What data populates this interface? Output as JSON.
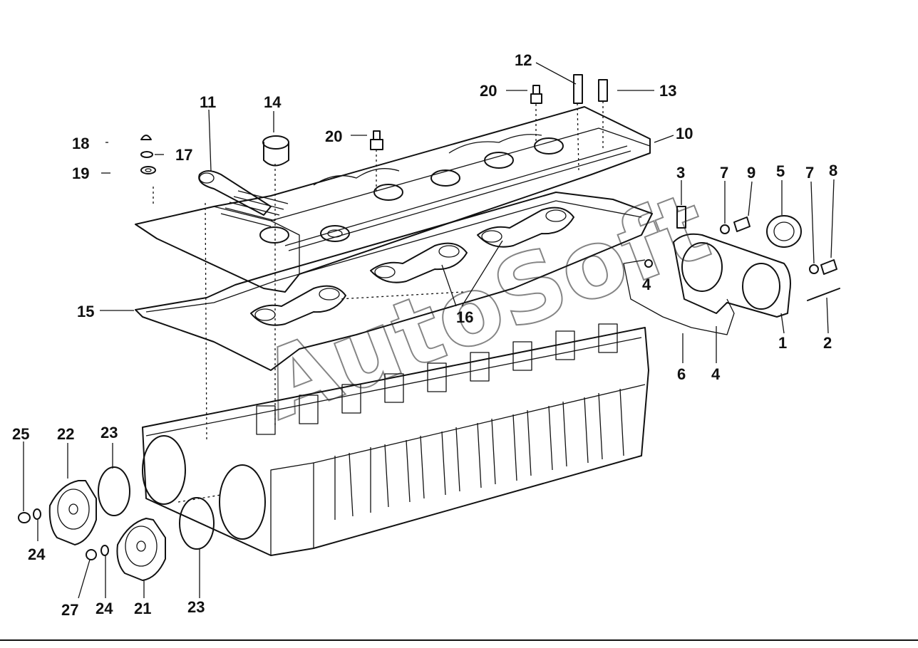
{
  "watermark": "AutoSoft",
  "callouts": [
    {
      "id": "c12",
      "text": "12"
    },
    {
      "id": "c20a",
      "text": "20"
    },
    {
      "id": "c13",
      "text": "13"
    },
    {
      "id": "c11",
      "text": "11"
    },
    {
      "id": "c14",
      "text": "14"
    },
    {
      "id": "c20b",
      "text": "20"
    },
    {
      "id": "c10",
      "text": "10"
    },
    {
      "id": "c18",
      "text": "18"
    },
    {
      "id": "c17",
      "text": "17"
    },
    {
      "id": "c19",
      "text": "19"
    },
    {
      "id": "c3",
      "text": "3"
    },
    {
      "id": "c7a",
      "text": "7"
    },
    {
      "id": "c9",
      "text": "9"
    },
    {
      "id": "c5",
      "text": "5"
    },
    {
      "id": "c7b",
      "text": "7"
    },
    {
      "id": "c8",
      "text": "8"
    },
    {
      "id": "c4a",
      "text": "4"
    },
    {
      "id": "c15",
      "text": "15"
    },
    {
      "id": "c16",
      "text": "16"
    },
    {
      "id": "c1",
      "text": "1"
    },
    {
      "id": "c2",
      "text": "2"
    },
    {
      "id": "c6",
      "text": "6"
    },
    {
      "id": "c4b",
      "text": "4"
    },
    {
      "id": "c25",
      "text": "25"
    },
    {
      "id": "c22",
      "text": "22"
    },
    {
      "id": "c23a",
      "text": "23"
    },
    {
      "id": "c24a",
      "text": "24"
    },
    {
      "id": "c27",
      "text": "27"
    },
    {
      "id": "c24b",
      "text": "24"
    },
    {
      "id": "c21",
      "text": "21"
    },
    {
      "id": "c23b",
      "text": "23"
    }
  ]
}
